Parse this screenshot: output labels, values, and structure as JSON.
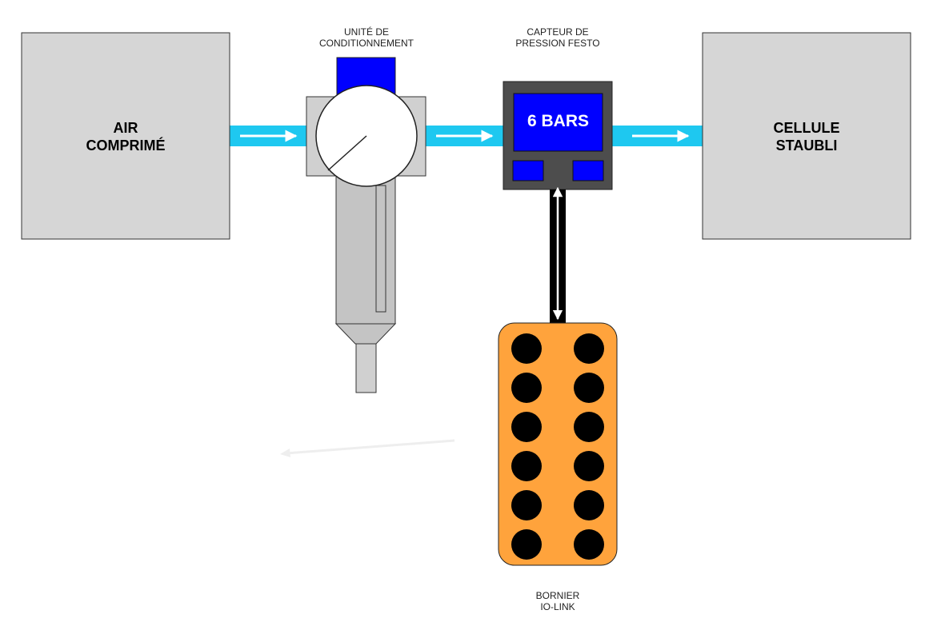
{
  "blocks": {
    "air_source": {
      "line1": "AIR",
      "line2": "COMPRIMÉ"
    },
    "cell": {
      "line1": "CELLULE",
      "line2": "STAUBLI"
    }
  },
  "conditioning_unit": {
    "caption_line1": "UNITÉ DE",
    "caption_line2": "CONDITIONNEMENT"
  },
  "pressure_sensor": {
    "caption_line1": "CAPTEUR DE",
    "caption_line2": "PRESSION FESTO",
    "display_value": "6 BARS"
  },
  "terminal_block": {
    "caption_line1": "BORNIER",
    "caption_line2": "IO-LINK",
    "terminal_count": 12
  },
  "colors": {
    "pipe": "#1ec8f0",
    "block_fill": "#d6d6d6",
    "sensor_body": "#4d4d4d",
    "sensor_screen": "#0000ff",
    "terminal_block": "#ffa33c",
    "regulator_cap": "#0000ff"
  }
}
